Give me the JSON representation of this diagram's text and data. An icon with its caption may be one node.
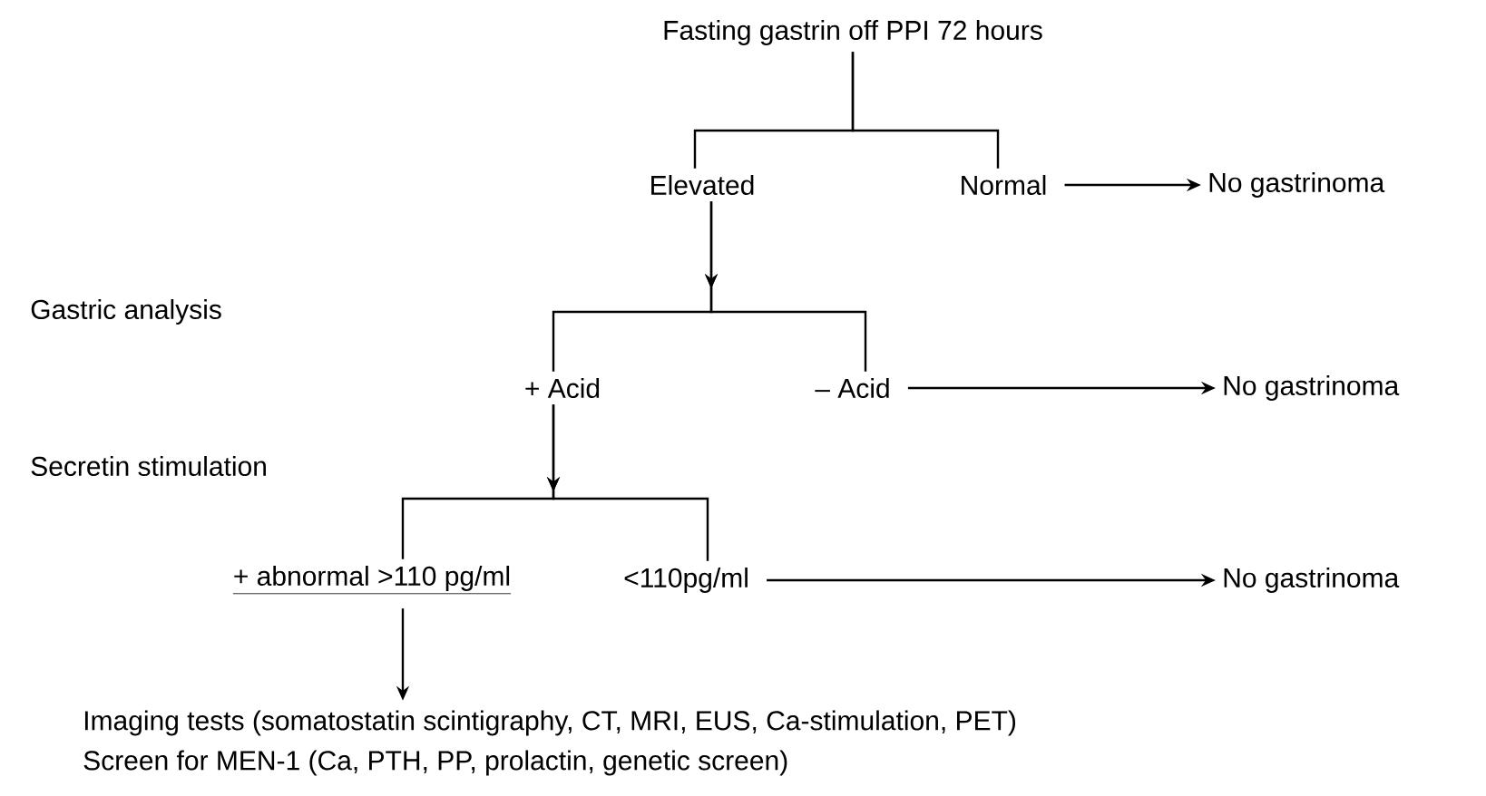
{
  "diagram": {
    "nodes": [
      {
        "text": [
          "Fasting gastrin off PPI 72 hours"
        ]
      },
      {
        "text": [
          "Elevated"
        ]
      },
      {
        "text": [
          "Normal"
        ]
      },
      {
        "text": [
          "No gastrinoma"
        ]
      },
      {
        "text": [
          "+ Acid"
        ]
      },
      {
        "text": [
          "– Acid"
        ]
      },
      {
        "text": [
          "No gastrinoma"
        ]
      },
      {
        "text": [
          "+ abnormal >110 pg/ml"
        ]
      },
      {
        "text": [
          "<110pg/ml"
        ]
      },
      {
        "text": [
          "No gastrinoma"
        ]
      },
      {
        "text": [
          "Imaging tests (somatostatin scintigraphy, CT, MRI, EUS, Ca-stimulation, PET)",
          "Screen for MEN-1 (Ca, PTH, PP, prolactin, genetic screen)"
        ]
      }
    ],
    "edges": [
      {
        "from": 0,
        "to": 1,
        "arrow": "none"
      },
      {
        "from": 0,
        "to": 2,
        "arrow": "none"
      },
      {
        "from": 2,
        "to": 3,
        "arrow": "to"
      },
      {
        "from": 1,
        "to": 4,
        "arrow": "to"
      },
      {
        "from": 1,
        "to": 5,
        "arrow": "to"
      },
      {
        "from": 5,
        "to": 6,
        "arrow": "to"
      },
      {
        "from": 4,
        "to": 7,
        "arrow": "to"
      },
      {
        "from": 4,
        "to": 8,
        "arrow": "to"
      },
      {
        "from": 8,
        "to": 9,
        "arrow": "to"
      },
      {
        "from": 7,
        "to": 10,
        "arrow": "to"
      }
    ],
    "labels": [
      "Gastric analysis",
      "Secretin stimulation"
    ]
  }
}
